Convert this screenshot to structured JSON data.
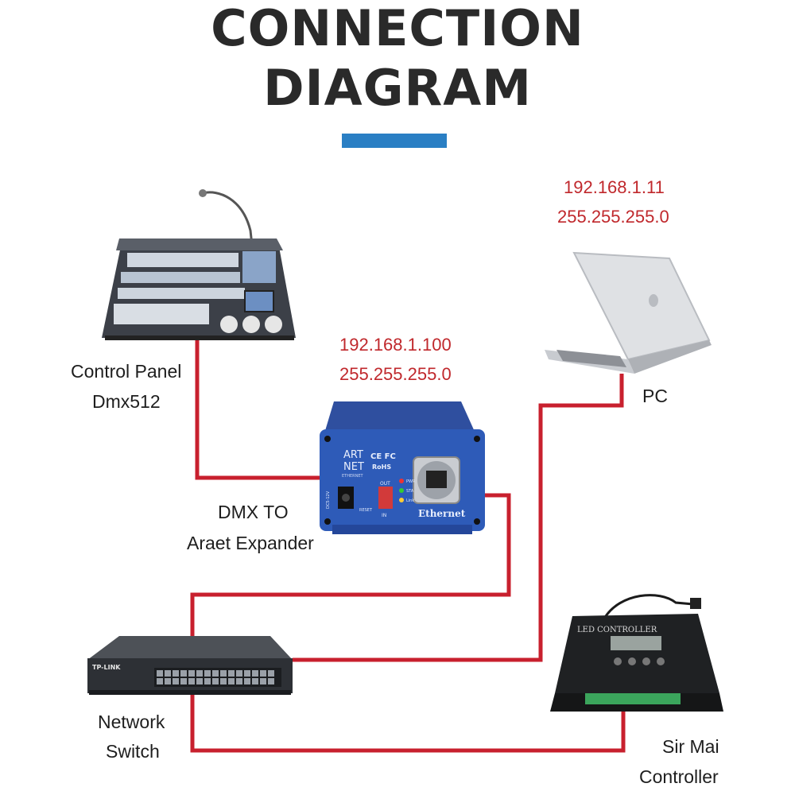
{
  "title": {
    "line1": "CONNECTION",
    "line2": "DIAGRAM"
  },
  "colors": {
    "accent": "#2a7fc4",
    "wire": "#c8202e",
    "ip_text": "#c0282c",
    "label_text": "#1e1e1e",
    "title_text": "#2a2a2a"
  },
  "devices": {
    "control_panel": {
      "label_line1": "Control Panel",
      "label_line2": "Dmx512",
      "icon": "lighting-console-icon"
    },
    "expander": {
      "label_line1": "DMX TO",
      "label_line2": "Araet Expander",
      "ip": "192.168.1.100",
      "mask": "255.255.255.0",
      "icon": "artnet-node-icon",
      "brand_top": "ART",
      "brand_bottom": "NET",
      "brand_sub": "ETHERNET",
      "cert": "CE FC",
      "rohs": "RoHS",
      "port_label": "Ethernet",
      "power_label": "DC5-12V",
      "reset_label": "RESET",
      "out_label": "OUT",
      "in_label": "IN",
      "led1": "PWR",
      "led2": "STA",
      "led3": "Link"
    },
    "pc": {
      "label": "PC",
      "ip": "192.168.1.11",
      "mask": "255.255.255.0",
      "icon": "laptop-icon"
    },
    "switch": {
      "label_line1": "Network",
      "label_line2": "Switch",
      "icon": "network-switch-icon",
      "brand": "TP-LINK"
    },
    "controller": {
      "label_line1": "Sir Mai",
      "label_line2": "Controller",
      "icon": "led-controller-icon",
      "panel_title": "LED CONTROLLER"
    }
  }
}
